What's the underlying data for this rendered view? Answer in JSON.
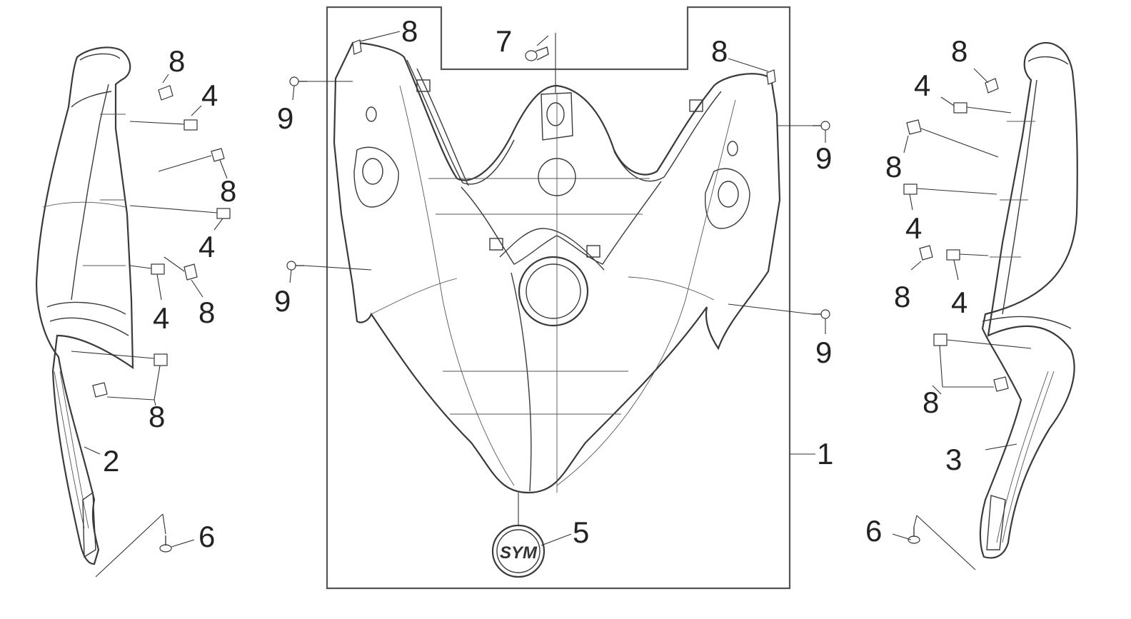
{
  "callouts": {
    "c1": "1",
    "c2": "2",
    "c3": "3",
    "c4": "4",
    "c5": "5",
    "c6": "6",
    "c7": "7",
    "c8": "8",
    "c9": "9"
  },
  "emblem": {
    "text": "SYM"
  },
  "colors": {
    "line": "#3a3a3a",
    "text": "#222222",
    "frame": "#555555",
    "background": "#ffffff"
  }
}
